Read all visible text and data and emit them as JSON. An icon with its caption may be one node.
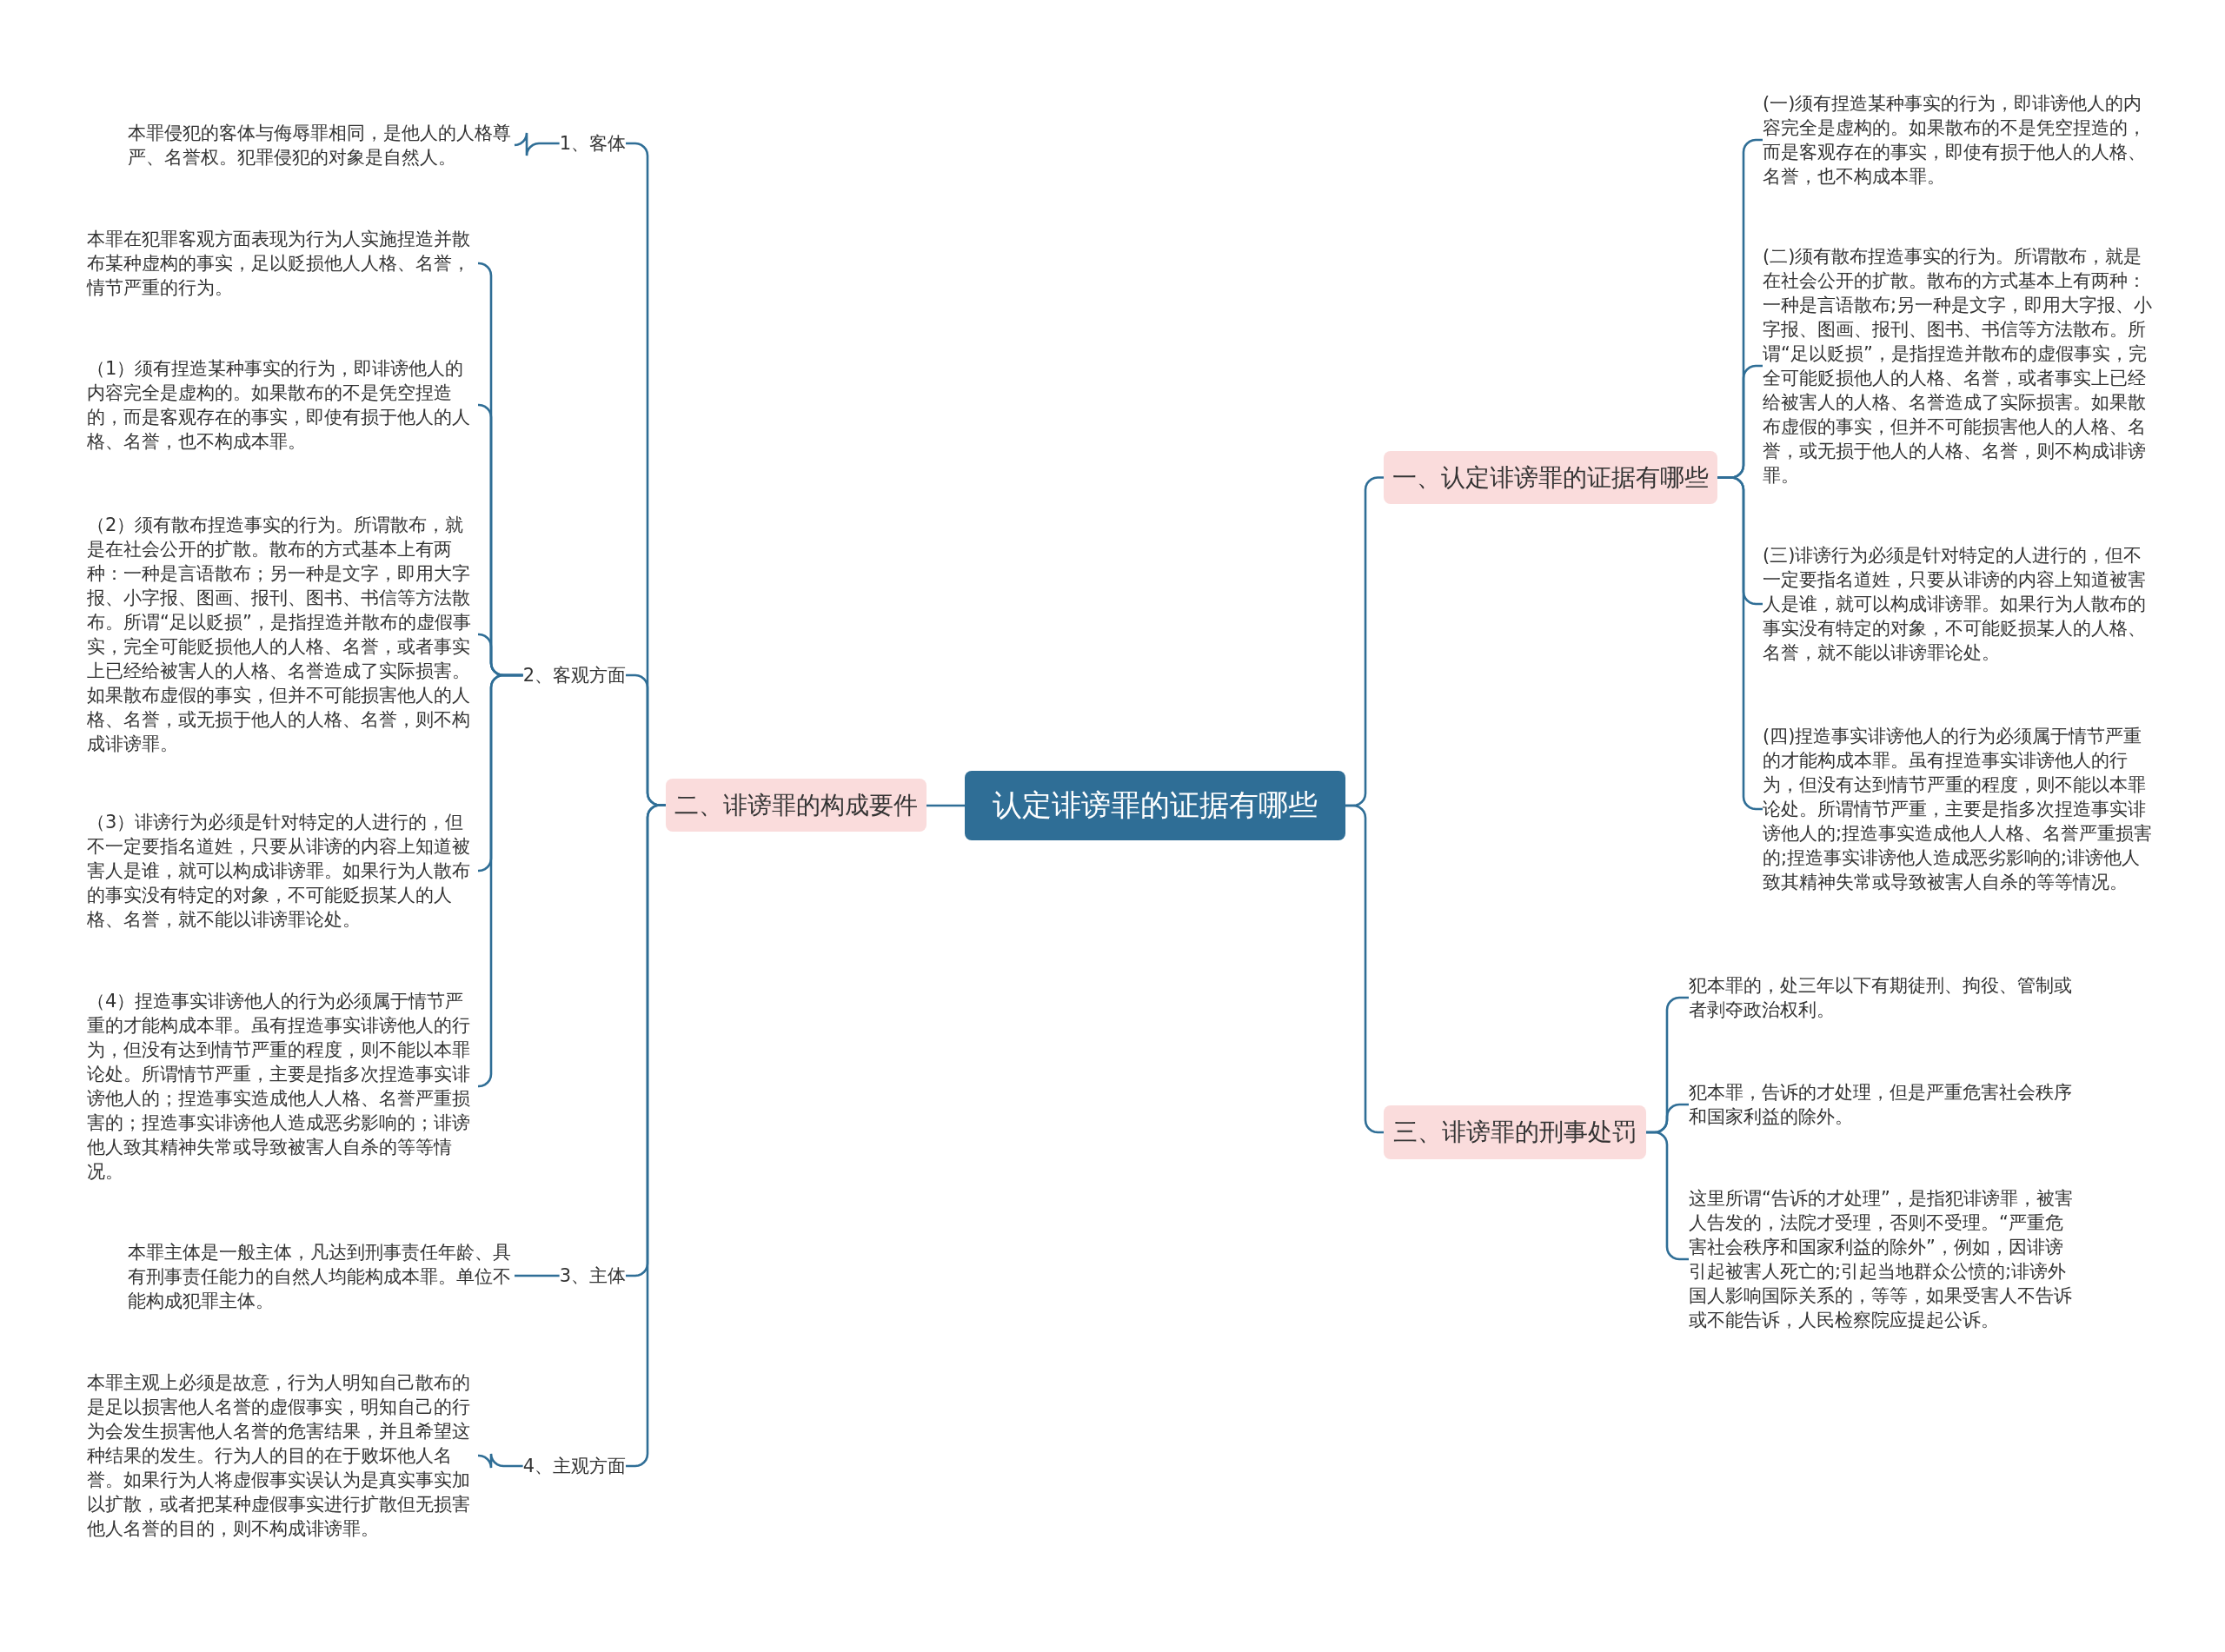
{
  "diagram": {
    "nodes": [
      {
        "text": [
          "认定诽谤罪的证据有哪些"
        ]
      },
      {
        "text": [
          "二、诽谤罪的构成要件"
        ]
      },
      {
        "text": [
          "1、客体"
        ]
      },
      {
        "text": [
          "本罪侵犯的客体与侮辱罪相同，是他人的人格尊严、名誉权。犯罪侵犯的对象是自然人。"
        ]
      },
      {
        "text": [
          "2、客观方面"
        ]
      },
      {
        "text": [
          "本罪在犯罪客观方面表现为行为人实施捏造并散布某种虚构的事实，足以贬损他人人格、名誉，情节严重的行为。"
        ]
      },
      {
        "text": [
          "（1）须有捏造某种事实的行为，即诽谤他人的内容完全是虚构的。如果散布的不是凭空捏造的，而是客观存在的事实，即使有损于他人的人格、名誉，也不构成本罪。"
        ]
      },
      {
        "text": [
          "（2）须有散布捏造事实的行为。所谓散布，就是在社会公开的扩散。散布的方式基本上有两种：一种是言语散布；另一种是文字，即用大字报、小字报、图画、报刊、图书、书信等方法散布。所谓“足以贬损”，是指捏造并散布的虚假事实，完全可能贬损他人的人格、名誉，或者事实上已经给被害人的人格、名誉造成了实际损害。如果散布虚假的事实，但并不可能损害他人的人格、名誉，或无损于他人的人格、名誉，则不构成诽谤罪。"
        ]
      },
      {
        "text": [
          "（3）诽谤行为必须是针对特定的人进行的，但不一定要指名道姓，只要从诽谤的内容上知道被害人是谁，就可以构成诽谤罪。如果行为人散布的事实没有特定的对象，不可能贬损某人的人格、名誉，就不能以诽谤罪论处。"
        ]
      },
      {
        "text": [
          "（4）捏造事实诽谤他人的行为必须属于情节严重的才能构成本罪。虽有捏造事实诽谤他人的行为，但没有达到情节严重的程度，则不能以本罪论处。所谓情节严重，主要是指多次捏造事实诽谤他人的；捏造事实造成他人人格、名誉严重损害的；捏造事实诽谤他人造成恶劣影响的；诽谤他人致其精神失常或导致被害人自杀的等等情况。"
        ]
      },
      {
        "text": [
          "3、主体"
        ]
      },
      {
        "text": [
          "本罪主体是一般主体，凡达到刑事责任年龄、具有刑事责任能力的自然人均能构成本罪。单位不能构成犯罪主体。"
        ]
      },
      {
        "text": [
          "4、主观方面"
        ]
      },
      {
        "text": [
          "本罪主观上必须是故意，行为人明知自己散布的是足以损害他人名誉的虚假事实，明知自己的行为会发生损害他人名誉的危害结果，并且希望这种结果的发生。行为人的目的在于败坏他人名誉。如果行为人将虚假事实误认为是真实事实加以扩散，或者把某种虚假事实进行扩散但无损害他人名誉的目的，则不构成诽谤罪。"
        ]
      },
      {
        "text": [
          "一、认定诽谤罪的证据有哪些"
        ]
      },
      {
        "text": [
          "(一)须有捏造某种事实的行为，即诽谤他人的内容完全是虚构的。如果散布的不是凭空捏造的，而是客观存在的事实，即使有损于他人的人格、名誉，也不构成本罪。"
        ]
      },
      {
        "text": [
          "(二)须有散布捏造事实的行为。所谓散布，就是在社会公开的扩散。散布的方式基本上有两种：一种是言语散布;另一种是文字，即用大字报、小字报、图画、报刊、图书、书信等方法散布。所谓“足以贬损”，是指捏造并散布的虚假事实，完全可能贬损他人的人格、名誉，或者事实上已经给被害人的人格、名誉造成了实际损害。如果散布虚假的事实，但并不可能损害他人的人格、名誉，或无损于他人的人格、名誉，则不构成诽谤罪。"
        ]
      },
      {
        "text": [
          "(三)诽谤行为必须是针对特定的人进行的，但不一定要指名道姓，只要从诽谤的内容上知道被害人是谁，就可以构成诽谤罪。如果行为人散布的事实没有特定的对象，不可能贬损某人的人格、名誉，就不能以诽谤罪论处。"
        ]
      },
      {
        "text": [
          "(四)捏造事实诽谤他人的行为必须属于情节严重的才能构成本罪。虽有捏造事实诽谤他人的行为，但没有达到情节严重的程度，则不能以本罪论处。所谓情节严重，主要是指多次捏造事实诽谤他人的;捏造事实造成他人人格、名誉严重损害的;捏造事实诽谤他人造成恶劣影响的;诽谤他人致其精神失常或导致被害人自杀的等等情况。"
        ]
      },
      {
        "text": [
          "三、诽谤罪的刑事处罚"
        ]
      },
      {
        "text": [
          "犯本罪的，处三年以下有期徒刑、拘役、管制或者剥夺政治权利。"
        ]
      },
      {
        "text": [
          "犯本罪，告诉的才处理，但是严重危害社会秩序和国家利益的除外。"
        ]
      },
      {
        "text": [
          "这里所谓“告诉的才处理”，是指犯诽谤罪，被害人告发的，法院才受理，否则不受理。“严重危害社会秩序和国家利益的除外”，例如，因诽谤引起被害人死亡的;引起当地群众公愤的;诽谤外国人影响国际关系的，等等，如果受害人不告诉或不能告诉，人民检察院应提起公诉。"
        ]
      }
    ],
    "edges": [
      {
        "from": 0,
        "to": 1,
        "arrow": "none"
      },
      {
        "from": 1,
        "to": 2,
        "arrow": "none"
      },
      {
        "from": 2,
        "to": 3,
        "arrow": "none"
      },
      {
        "from": 1,
        "to": 4,
        "arrow": "none"
      },
      {
        "from": 4,
        "to": 5,
        "arrow": "none"
      },
      {
        "from": 4,
        "to": 6,
        "arrow": "none"
      },
      {
        "from": 4,
        "to": 7,
        "arrow": "none"
      },
      {
        "from": 4,
        "to": 8,
        "arrow": "none"
      },
      {
        "from": 4,
        "to": 9,
        "arrow": "none"
      },
      {
        "from": 1,
        "to": 10,
        "arrow": "none"
      },
      {
        "from": 10,
        "to": 11,
        "arrow": "none"
      },
      {
        "from": 1,
        "to": 12,
        "arrow": "none"
      },
      {
        "from": 12,
        "to": 13,
        "arrow": "none"
      },
      {
        "from": 0,
        "to": 14,
        "arrow": "none"
      },
      {
        "from": 14,
        "to": 15,
        "arrow": "none"
      },
      {
        "from": 14,
        "to": 16,
        "arrow": "none"
      },
      {
        "from": 14,
        "to": 17,
        "arrow": "none"
      },
      {
        "from": 14,
        "to": 18,
        "arrow": "none"
      },
      {
        "from": 0,
        "to": 19,
        "arrow": "none"
      },
      {
        "from": 19,
        "to": 20,
        "arrow": "none"
      },
      {
        "from": 19,
        "to": 21,
        "arrow": "none"
      },
      {
        "from": 19,
        "to": 22,
        "arrow": "none"
      }
    ]
  }
}
